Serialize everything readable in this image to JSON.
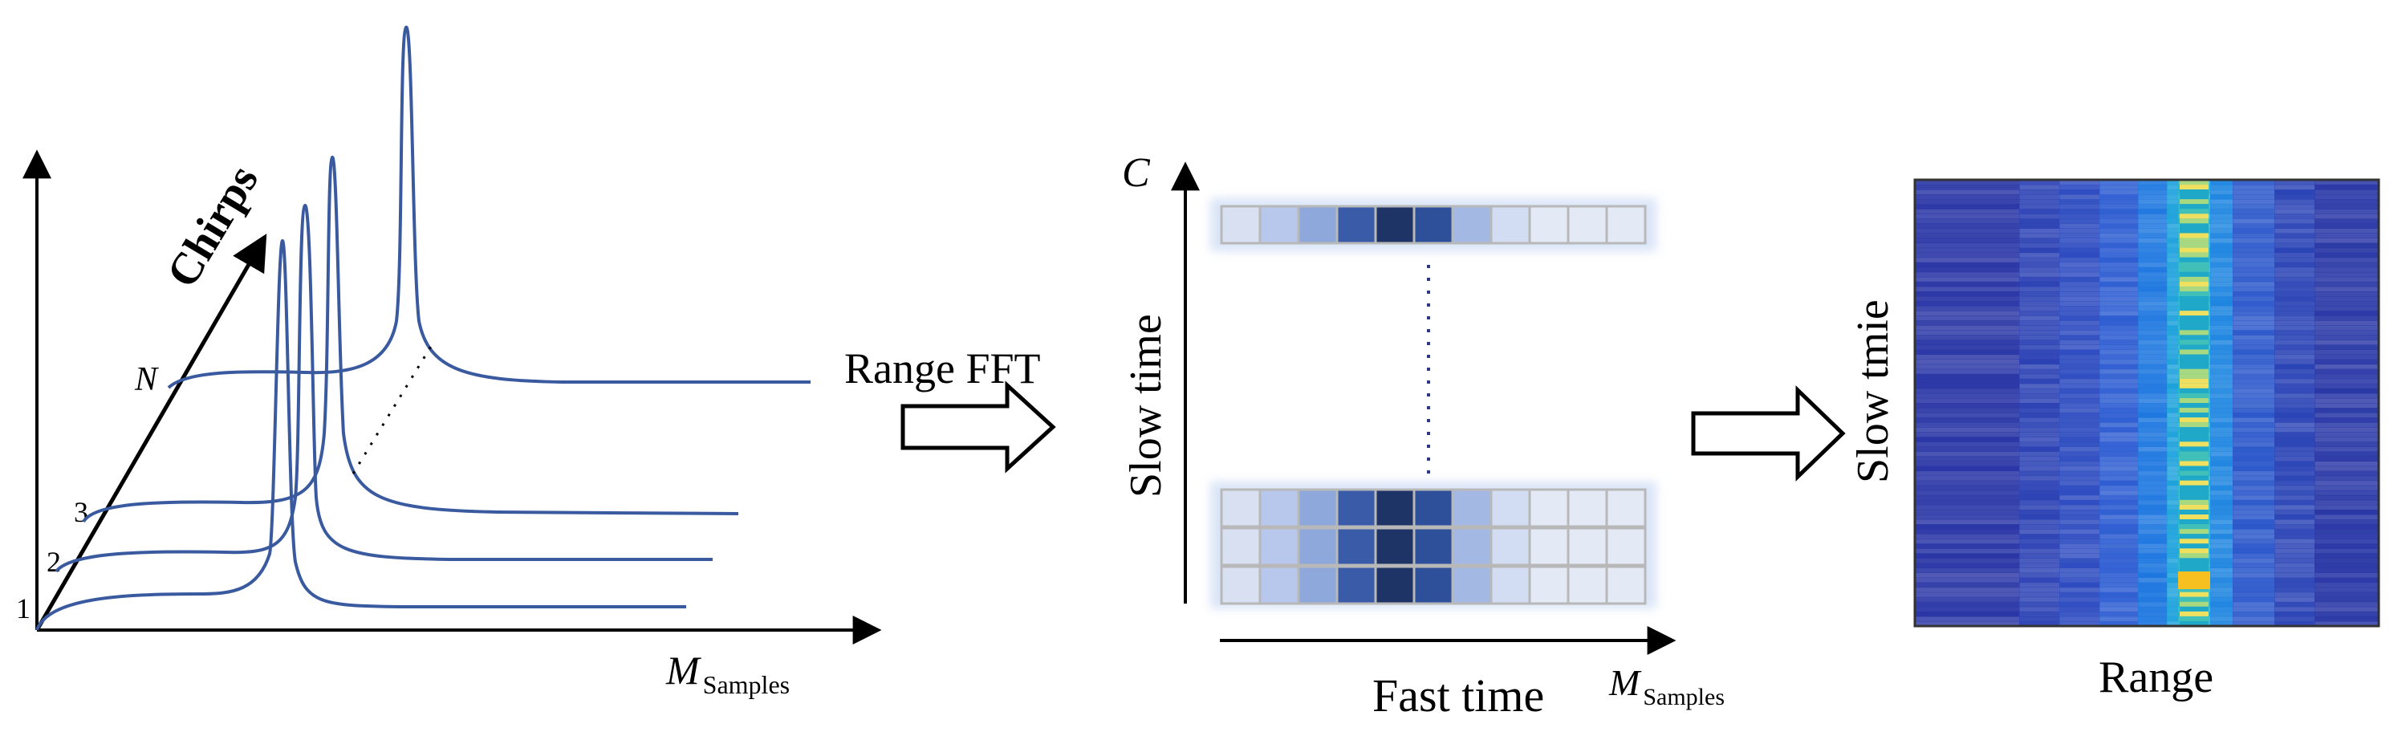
{
  "panel1": {
    "axis_label": "Chirps",
    "x_label_main": "M",
    "x_label_sub": "Samples",
    "chirp_labels": [
      "1",
      "2",
      "3",
      "N"
    ]
  },
  "arrow1": {
    "label": "Range FFT"
  },
  "panel2": {
    "y_label": "Slow time",
    "top_label": "C",
    "x_label": "Fast time",
    "x_label_main": "M",
    "x_label_sub": "Samples"
  },
  "panel3": {
    "y_label": "Slow tmie",
    "x_label": "Range"
  },
  "colors": {
    "curve": "#3a5aa0",
    "axis": "#000000",
    "heatmap_bg": "#2a3aa8",
    "heatmap_peak": "#20b0d0",
    "heatmap_hot": "#f0e060"
  }
}
